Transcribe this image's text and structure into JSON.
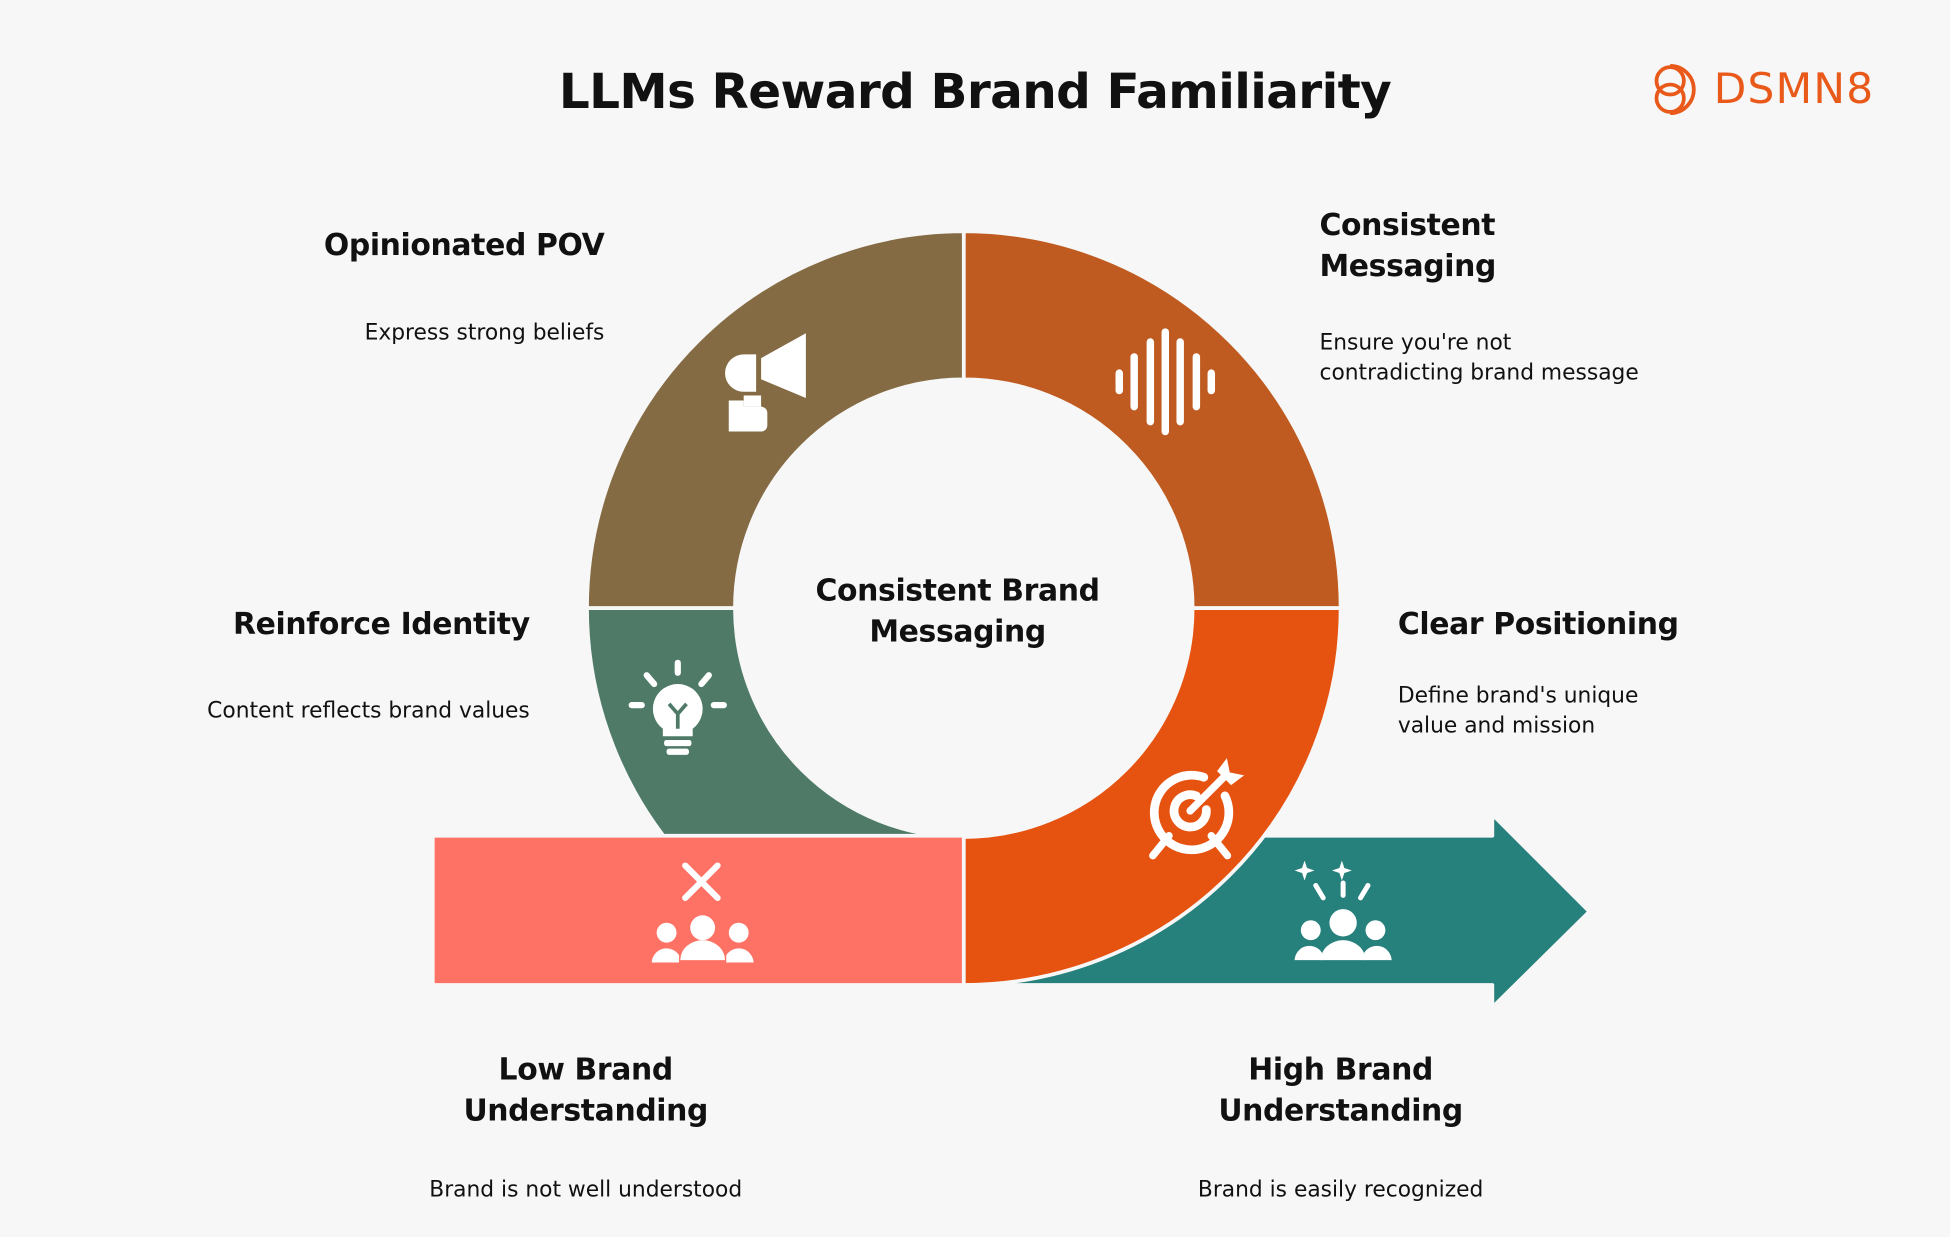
{
  "title": "LLMs Reward Brand Familiarity",
  "logo": {
    "text": "DSMN8",
    "color": "#e8591a"
  },
  "center_label": {
    "line1": "Consistent Brand",
    "line2": "Messaging"
  },
  "segments": [
    {
      "heading_lines": [
        "Opinionated POV"
      ],
      "desc_lines": [
        "Express strong beliefs"
      ],
      "icon": "megaphone-icon",
      "color": "#846b43"
    },
    {
      "heading_lines": [
        "Consistent",
        "Messaging"
      ],
      "desc_lines": [
        "Ensure you're not",
        "contradicting brand message"
      ],
      "icon": "sound-wave-icon",
      "color": "#bf5b20"
    },
    {
      "heading_lines": [
        "Clear Positioning"
      ],
      "desc_lines": [
        "Define brand's unique",
        "value and mission"
      ],
      "icon": "target-icon",
      "color": "#e65311"
    },
    {
      "heading_lines": [
        "Reinforce Identity"
      ],
      "desc_lines": [
        "Content reflects brand values"
      ],
      "icon": "lightbulb-icon",
      "color": "#4e7a67"
    }
  ],
  "low": {
    "heading_lines": [
      "Low Brand",
      "Understanding"
    ],
    "desc": "Brand is not well understood",
    "icon": "people-x-icon",
    "color": "#fd7264"
  },
  "high": {
    "heading_lines": [
      "High Brand",
      "Understanding"
    ],
    "desc": "Brand is easily recognized",
    "icon": "people-celebrate-icon",
    "color": "#26807c"
  }
}
